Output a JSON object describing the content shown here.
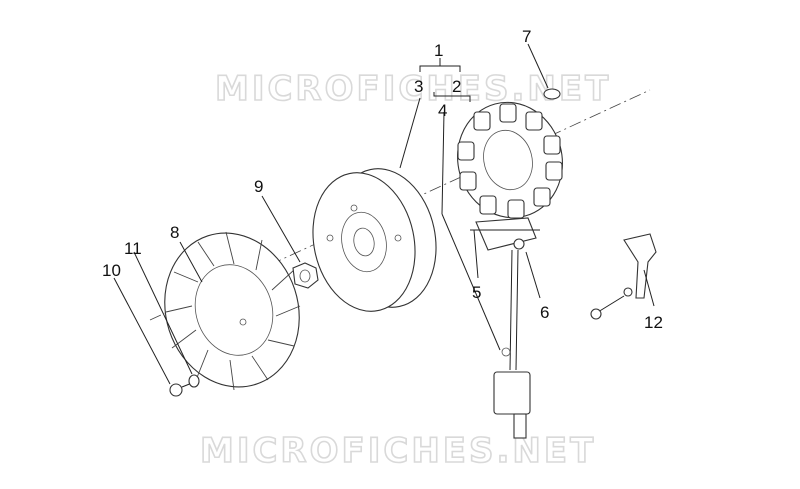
{
  "watermarks": [
    "MICROFICHES.NET",
    "MICROFICHES.NET"
  ],
  "callouts": {
    "c1": "1",
    "c2": "2",
    "c3": "3",
    "c4": "4",
    "c5": "5",
    "c6": "6",
    "c7": "7",
    "c8": "8",
    "c9": "9",
    "c10": "10",
    "c11": "11",
    "c12": "12"
  },
  "icons": [
    "flywheel-fan",
    "flywheel-rotor",
    "stator",
    "pickup-sensor",
    "wiring-connector",
    "bracket",
    "screw",
    "nut",
    "washer",
    "key"
  ]
}
